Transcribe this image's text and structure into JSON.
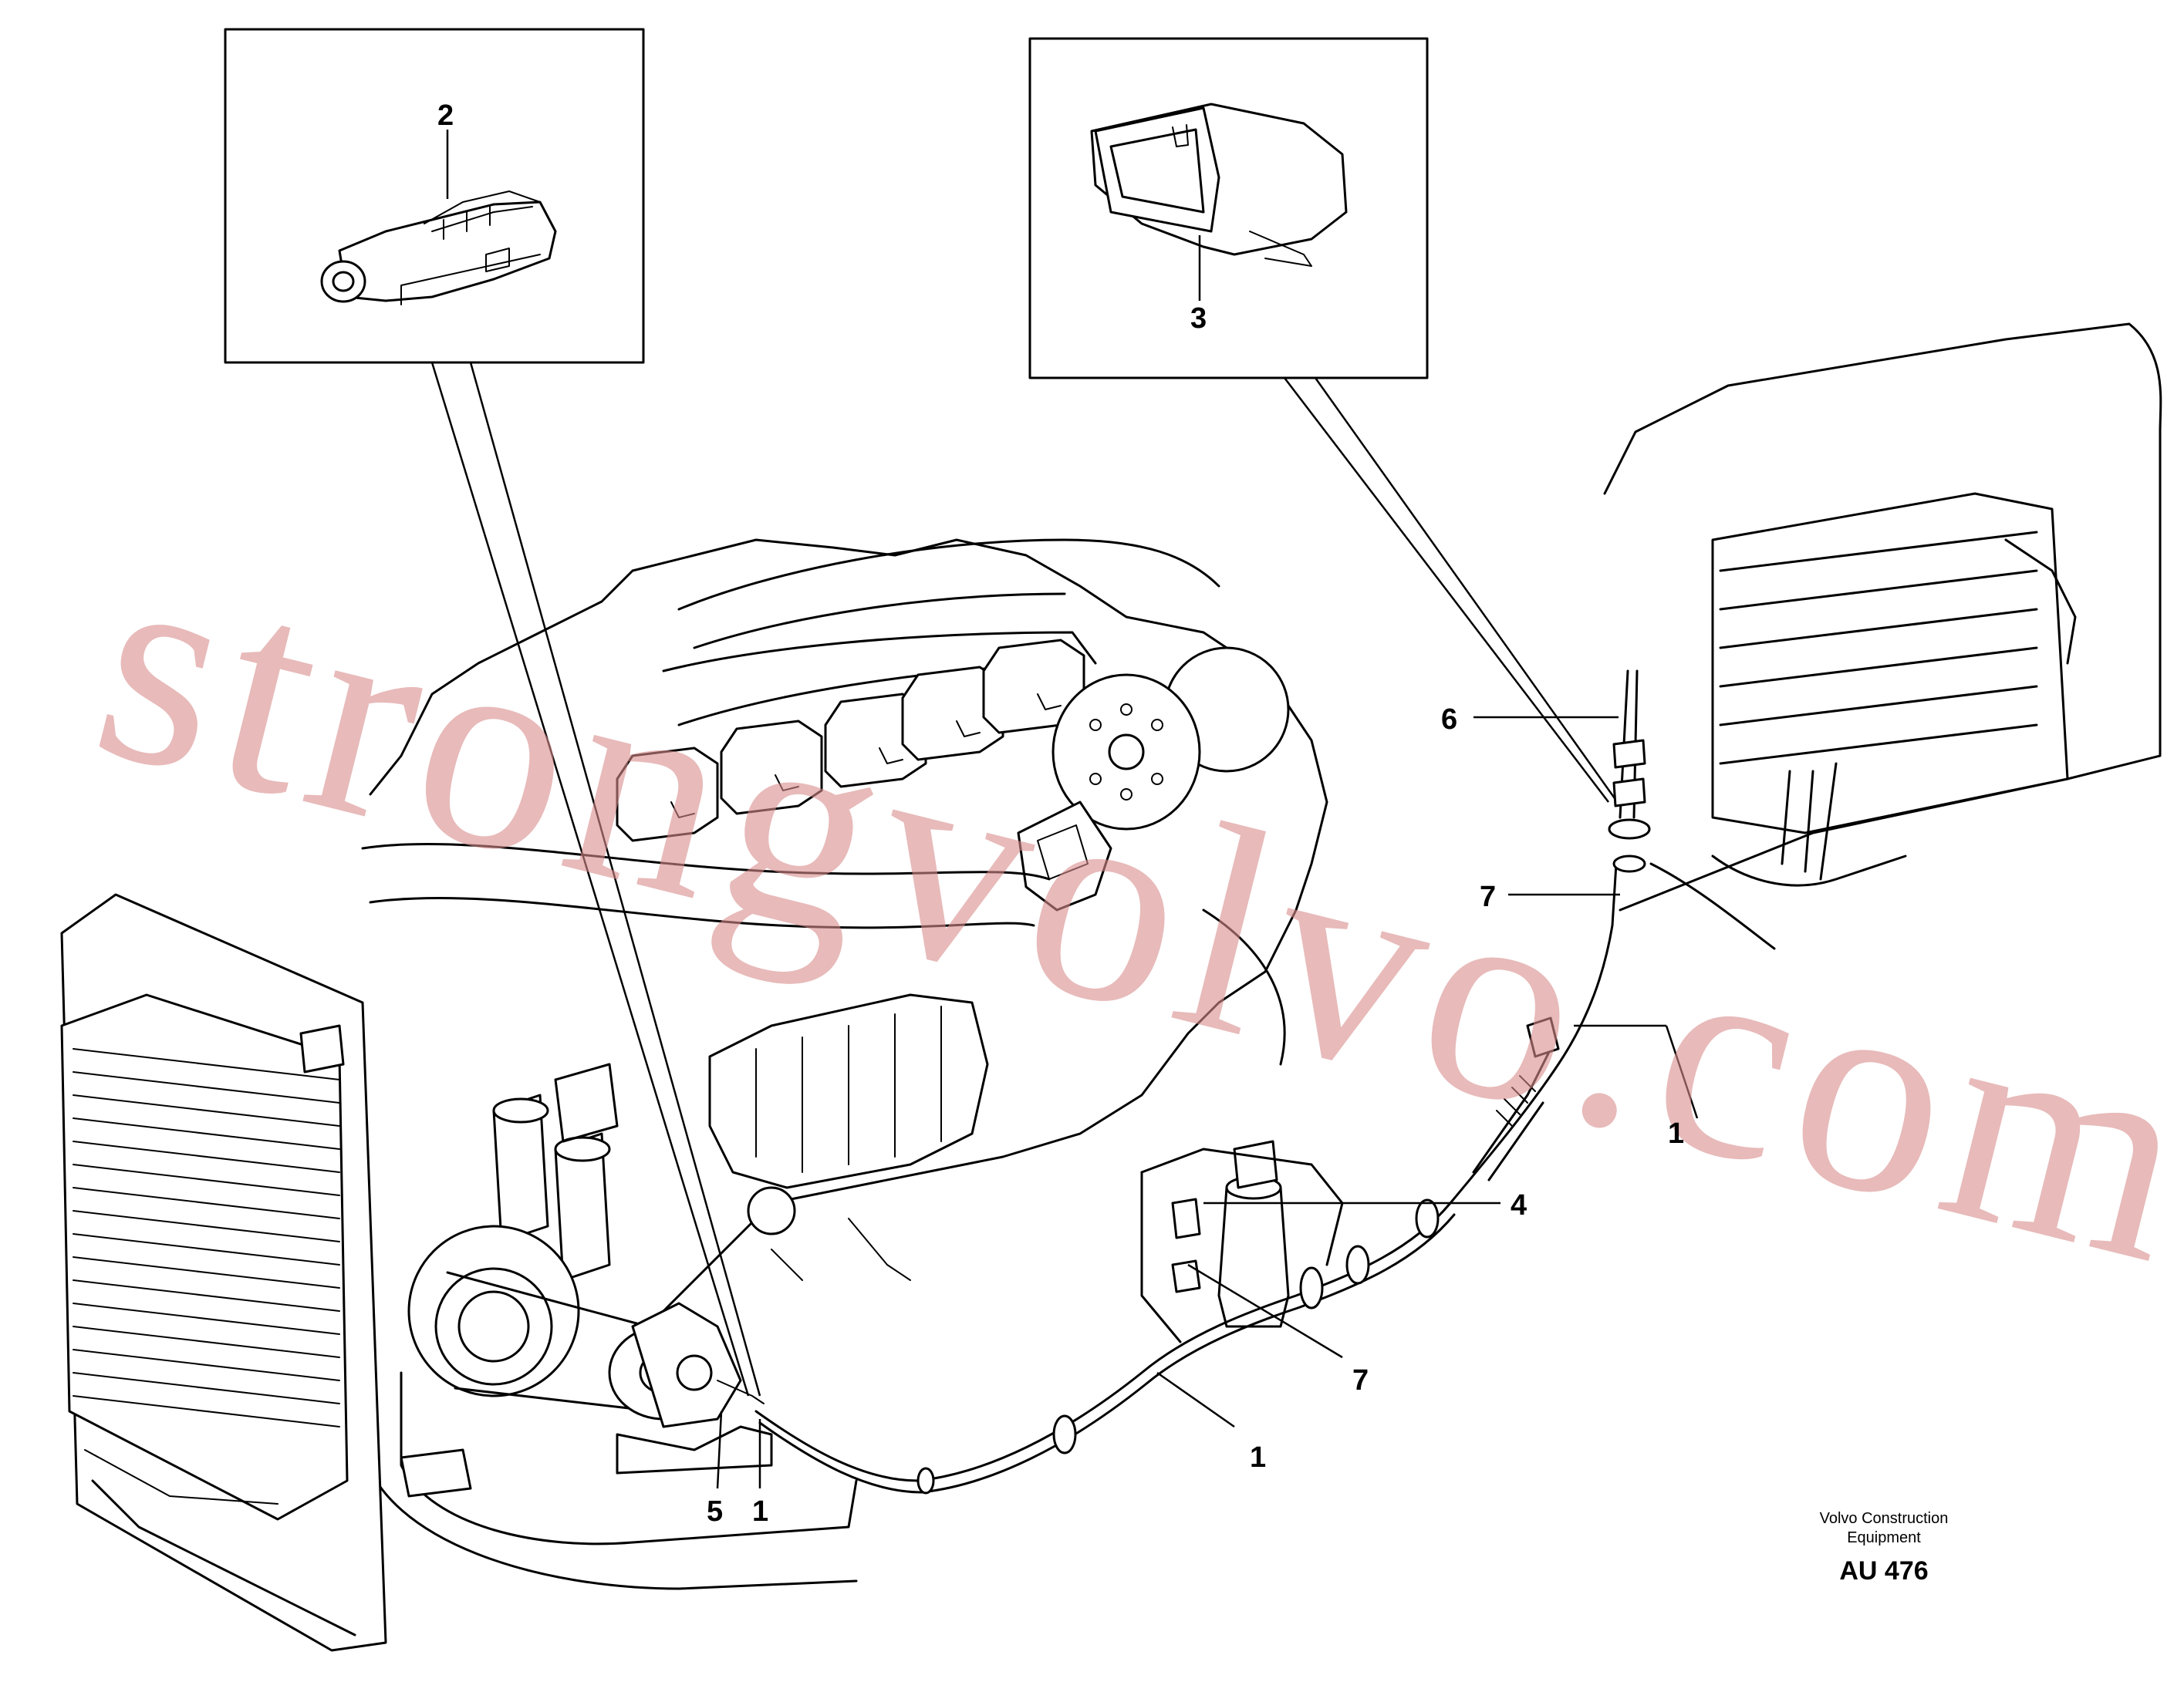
{
  "callouts": {
    "c2": "2",
    "c3": "3",
    "c6": "6",
    "c7_upper": "7",
    "c7_lower": "7",
    "c1_right": "1",
    "c4": "4",
    "c1_mid": "1",
    "c5": "5",
    "c1_left": "1"
  },
  "caption": {
    "line1": "Volvo Construction",
    "line2": "Equipment",
    "drawing_id": "AU 476"
  },
  "watermark": "strongvolvo.com"
}
